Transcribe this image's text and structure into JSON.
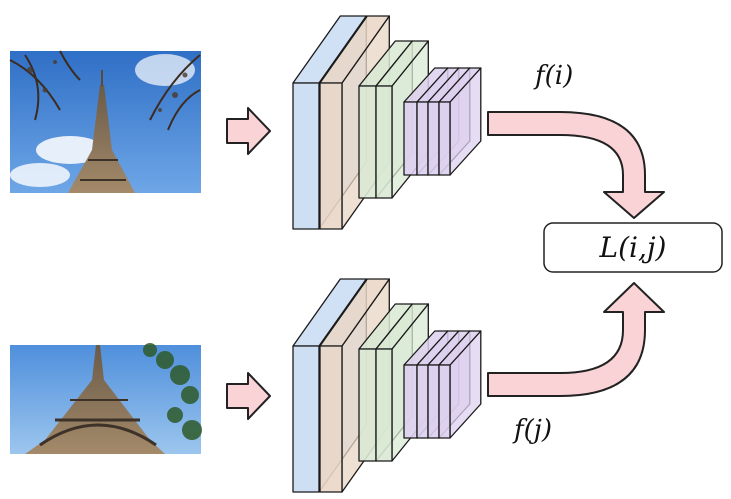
{
  "diagram": {
    "top_branch": {
      "image": {
        "subject": "Eiffel Tower with tree branches against blue sky"
      },
      "output_label": "f(i)"
    },
    "bottom_branch": {
      "image": {
        "subject": "Eiffel Tower viewed from below with trees"
      },
      "output_label": "f(j)"
    },
    "loss_label": "L(i,j)"
  },
  "colors": {
    "arrow_fill": "#f9d3d6",
    "arrow_stroke": "#222222",
    "layer_blue": "#c9dcf3",
    "layer_tan": "#ead6c6",
    "layer_green": "#d9e9d4",
    "layer_purple": "#ddd0ef",
    "sky": "#3f7fd0"
  }
}
